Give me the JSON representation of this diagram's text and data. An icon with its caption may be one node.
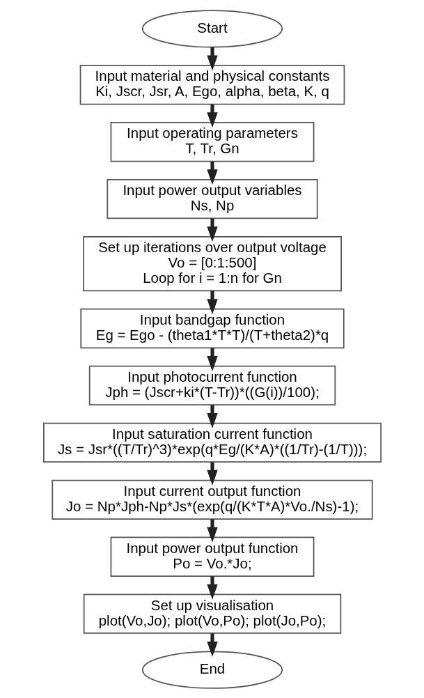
{
  "diagram": {
    "nodes": [
      {
        "text": [
          "Start"
        ]
      },
      {
        "text": [
          "Input material and physical constants",
          "Ki, Jscr, Jsr, A, Ego, alpha, beta, K, q"
        ]
      },
      {
        "text": [
          "Input operating parameters",
          "T, Tr, Gn"
        ]
      },
      {
        "text": [
          "Input power output variables",
          "Ns, Np"
        ]
      },
      {
        "text": [
          "Set up iterations over output voltage",
          "Vo = [0:1:500]",
          "Loop for i = 1:n for Gn"
        ]
      },
      {
        "text": [
          "Input bandgap function",
          "Eg = Ego - (theta1*T*T)/(T+theta2)*q"
        ]
      },
      {
        "text": [
          "Input photocurrent function",
          "Jph = (Jscr+ki*(T-Tr))*((G(i))/100);"
        ]
      },
      {
        "text": [
          "Input saturation current function",
          "Js = Jsr*((T/Tr)^3)*exp(q*Eg/(K*A)*((1/Tr)-(1/T)));"
        ]
      },
      {
        "text": [
          "Input current output function",
          "Jo = Np*Jph-Np*Js*(exp(q/(K*T*A)*Vo./Ns)-1);"
        ]
      },
      {
        "text": [
          "Input power output function",
          "Po = Vo.*Jo;"
        ]
      },
      {
        "text": [
          "Set up visualisation",
          "plot(Vo,Jo); plot(Vo,Po); plot(Jo,Po);"
        ]
      },
      {
        "text": [
          "End"
        ]
      }
    ],
    "edges": [
      {
        "from": 0,
        "to": 1,
        "arrow": "to"
      },
      {
        "from": 1,
        "to": 2,
        "arrow": "to"
      },
      {
        "from": 2,
        "to": 3,
        "arrow": "to"
      },
      {
        "from": 3,
        "to": 4,
        "arrow": "to"
      },
      {
        "from": 4,
        "to": 5,
        "arrow": "to"
      },
      {
        "from": 5,
        "to": 6,
        "arrow": "to"
      },
      {
        "from": 6,
        "to": 7,
        "arrow": "to"
      },
      {
        "from": 7,
        "to": 8,
        "arrow": "to"
      },
      {
        "from": 8,
        "to": 9,
        "arrow": "to"
      },
      {
        "from": 9,
        "to": 10,
        "arrow": "to"
      },
      {
        "from": 10,
        "to": 11,
        "arrow": "to"
      }
    ]
  }
}
